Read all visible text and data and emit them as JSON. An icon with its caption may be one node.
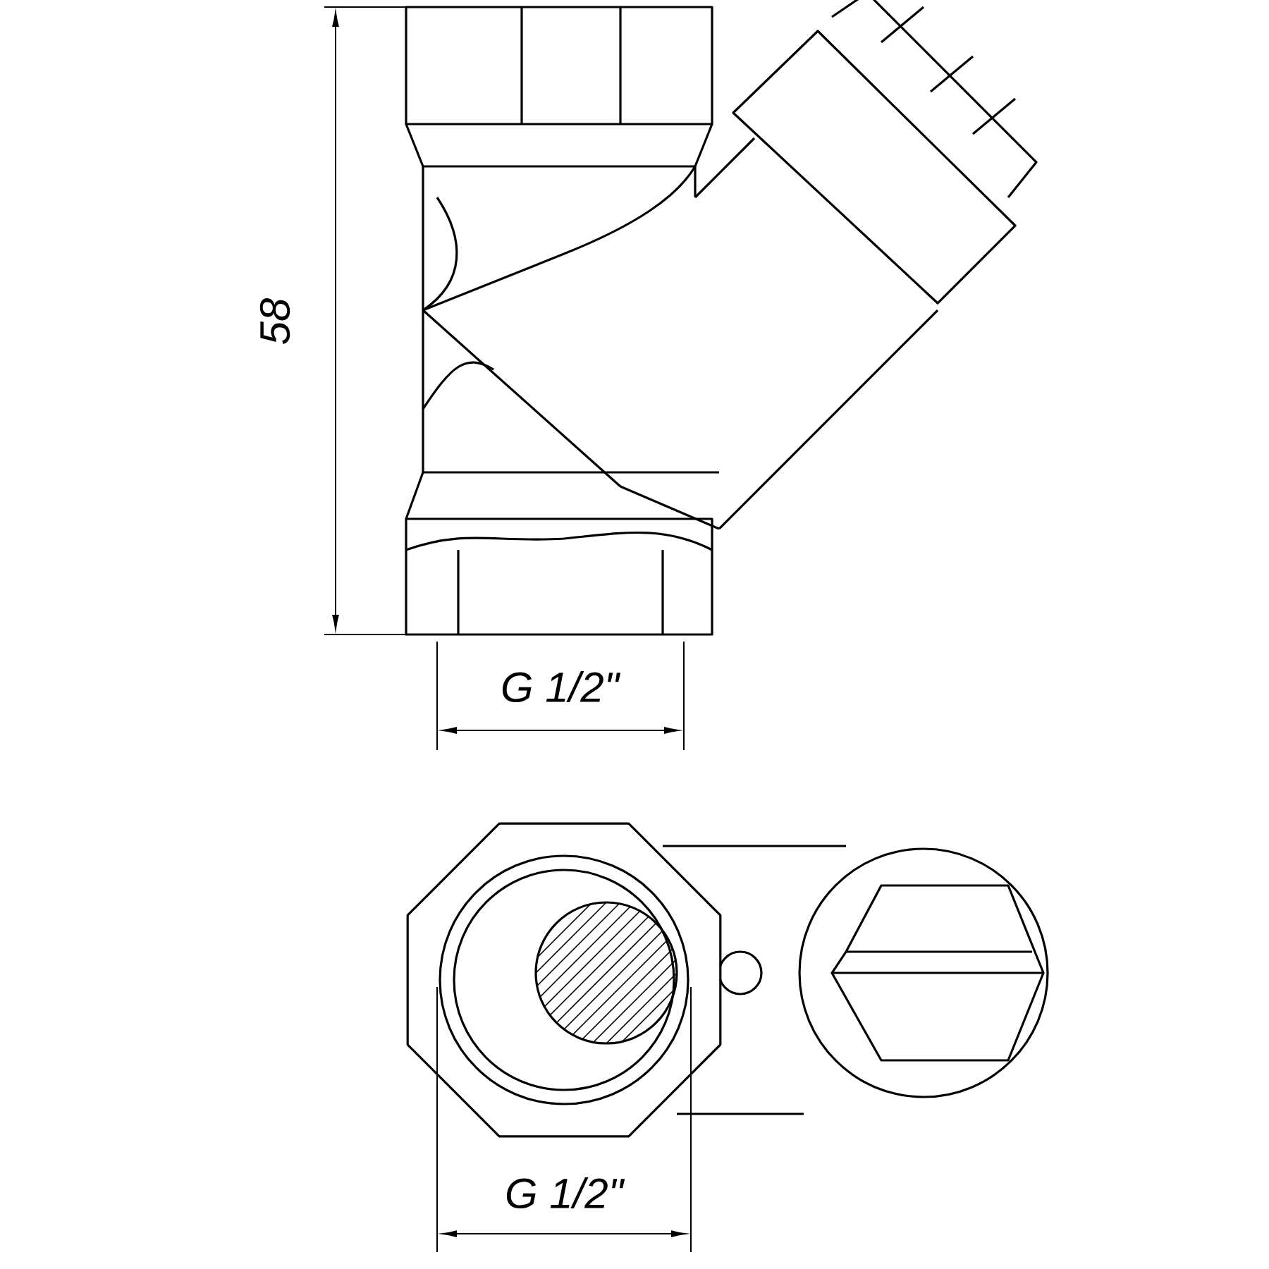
{
  "diagram": {
    "labels": [
      "58",
      "G 1/2\"",
      "G 1/2\""
    ]
  }
}
